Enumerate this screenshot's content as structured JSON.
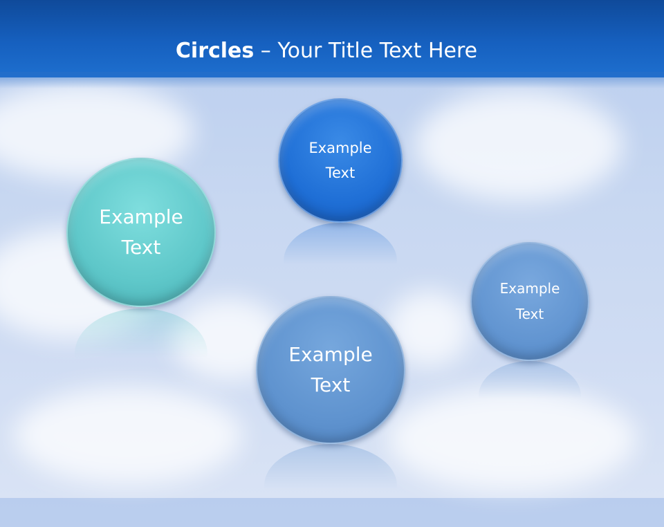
{
  "slide": {
    "title_bold": "Circles",
    "title_rest": " – Your Title Text Here"
  },
  "circles": [
    {
      "label": "Example\nText",
      "color": "#5ec7c9"
    },
    {
      "label": "Example\nText",
      "color": "#1f6fd6"
    },
    {
      "label": "Example\nText",
      "color": "#5f93cf"
    },
    {
      "label": "Example\nText",
      "color": "#6295d1"
    }
  ]
}
